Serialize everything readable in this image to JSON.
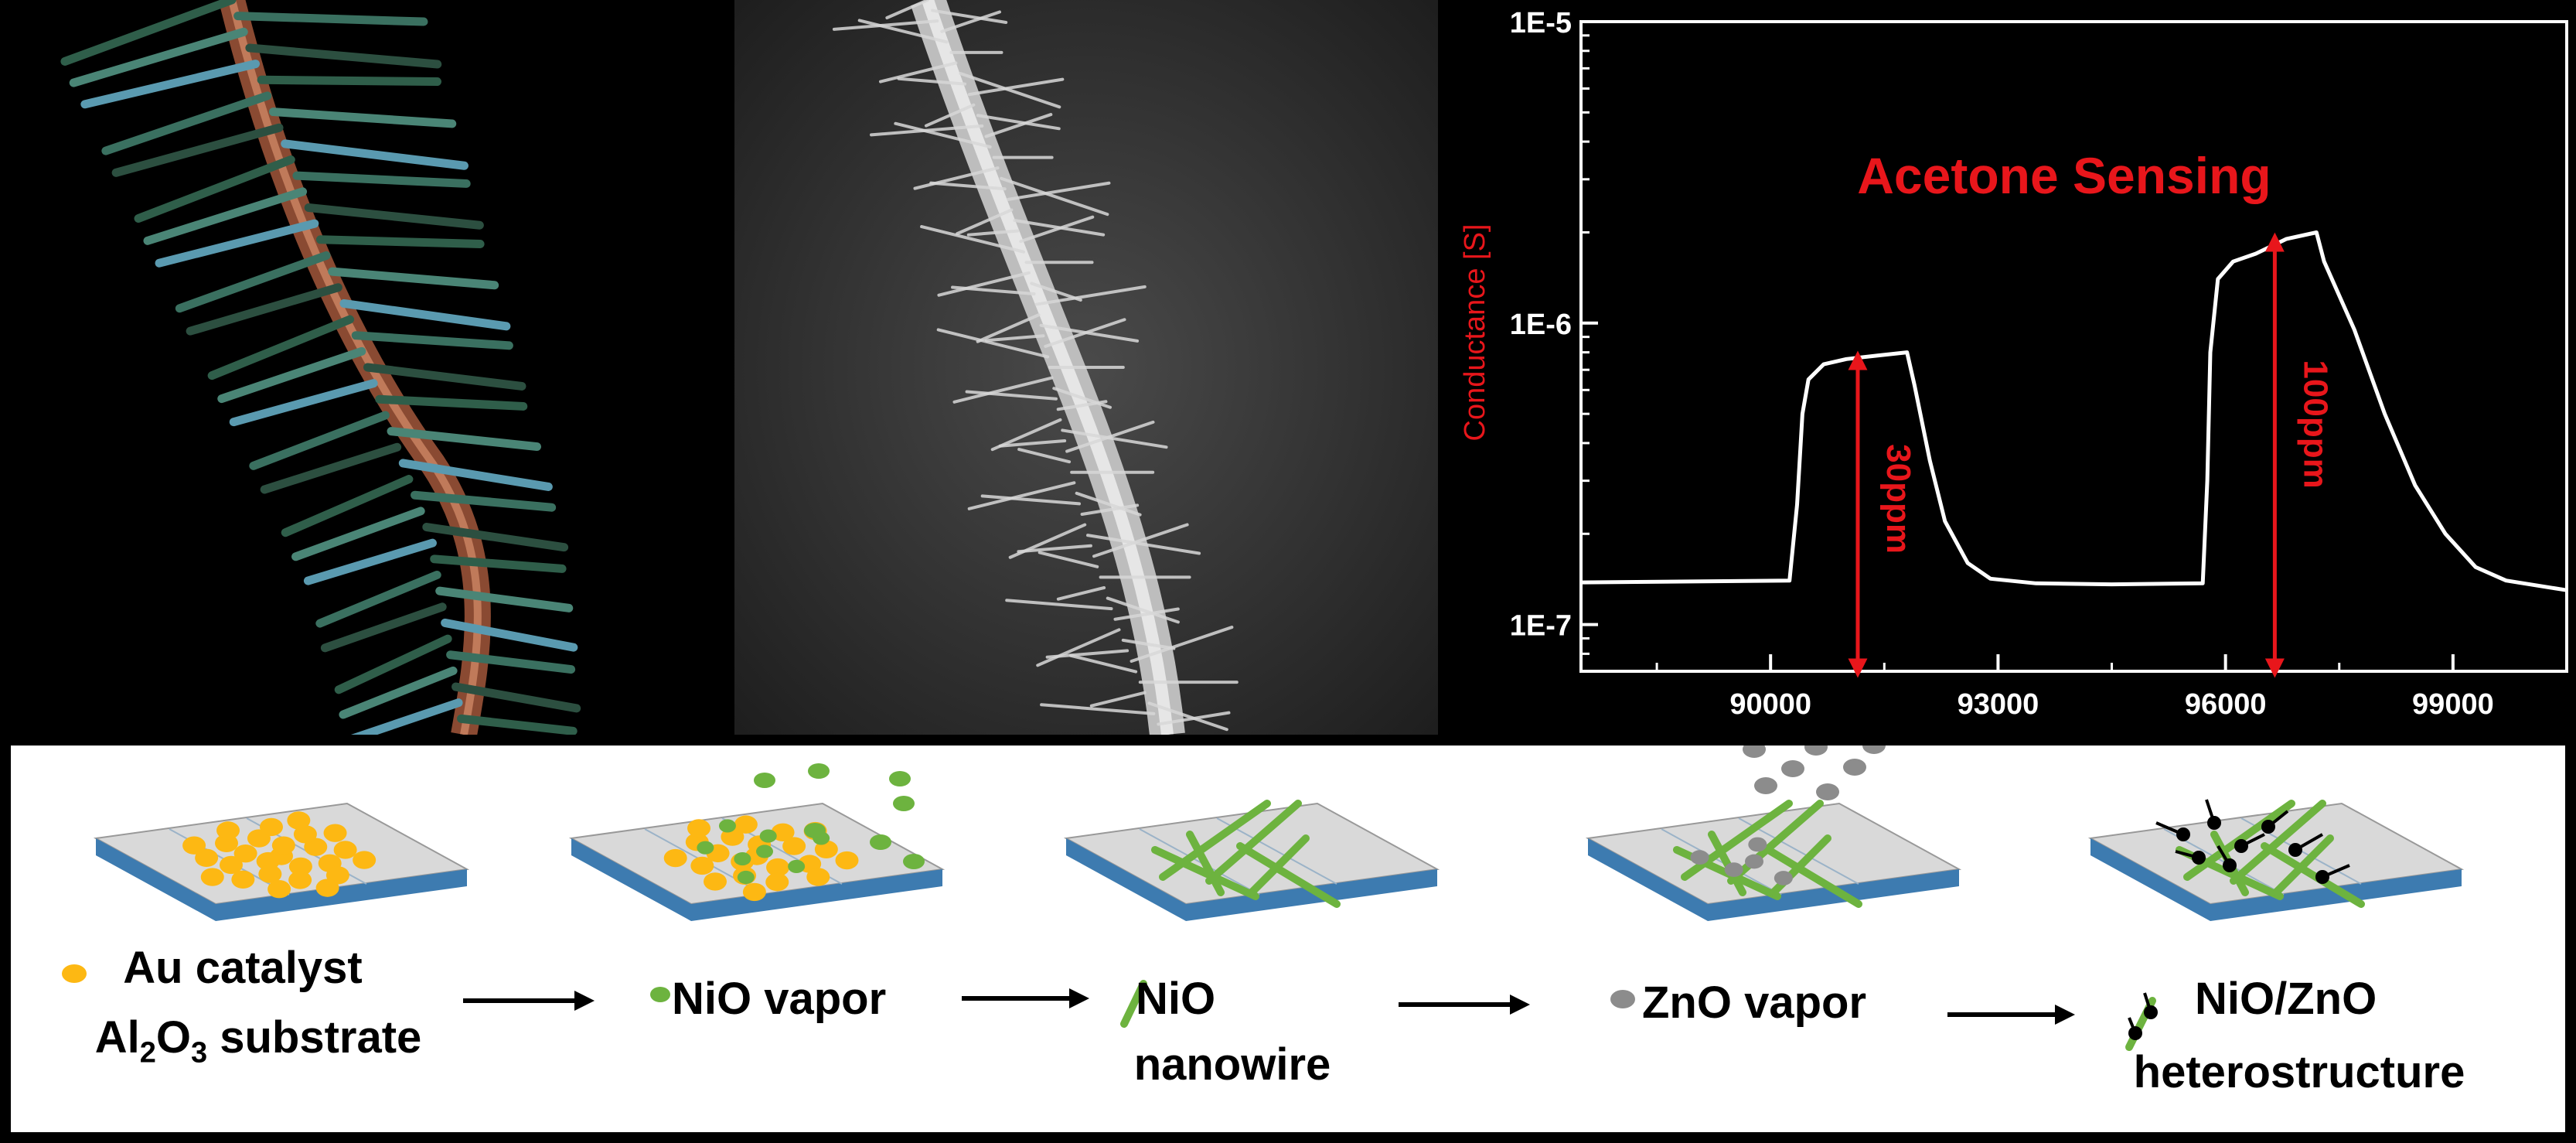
{
  "chart_data": {
    "type": "line",
    "title": "Acetone Sensing",
    "xlabel": "",
    "ylabel": "Conductance [S]",
    "y_scale": "log",
    "xlim": [
      87500,
      100500
    ],
    "ylim": [
      7e-08,
      1e-05
    ],
    "x_ticks": [
      90000,
      93000,
      96000,
      99000
    ],
    "x_tick_labels": [
      "90000",
      "93000",
      "96000",
      "99000"
    ],
    "y_ticks": [
      1e-07,
      1e-06,
      1e-05
    ],
    "y_tick_labels": [
      "1E-7",
      "1E-6",
      "1E-5"
    ],
    "grid": false,
    "series": [
      {
        "x": [
          87500,
          90250,
          90350,
          90420,
          90500,
          90700,
          91000,
          91400,
          91800,
          91900,
          92100,
          92300,
          92600,
          92900,
          93500,
          94500,
          95700,
          95760,
          95800,
          95900,
          96100,
          96400,
          96800,
          97200,
          97300,
          97700,
          98100,
          98500,
          98900,
          99300,
          99700,
          100500
        ],
        "y": [
          1.38e-07,
          1.4e-07,
          2.5e-07,
          5e-07,
          6.5e-07,
          7.3e-07,
          7.6e-07,
          7.8e-07,
          8e-07,
          6.2e-07,
          3.5e-07,
          2.2e-07,
          1.6e-07,
          1.42e-07,
          1.37e-07,
          1.36e-07,
          1.37e-07,
          3e-07,
          8e-07,
          1.4e-06,
          1.6e-06,
          1.7e-06,
          1.9e-06,
          2e-06,
          1.6e-06,
          9.5e-07,
          5e-07,
          2.9e-07,
          2e-07,
          1.55e-07,
          1.4e-07,
          1.3e-07
        ]
      }
    ],
    "annotations": [
      {
        "text": "30ppm",
        "x": 91150,
        "y_from": 7e-08,
        "y_to": 7.7e-07
      },
      {
        "text": "100ppm",
        "x": 96650,
        "y_from": 7e-08,
        "y_to": 1.9e-06
      }
    ],
    "colors": {
      "line": "#ffffff",
      "annotation": "#e8161b",
      "axes": "#ffffff",
      "background": "#000000"
    }
  },
  "schematic": {
    "labels": {
      "au_catalyst": "Au catalyst",
      "substrate_pre": "Al",
      "substrate_sub1": "2",
      "substrate_mid": "O",
      "substrate_sub2": "3",
      "substrate_post": " substrate",
      "nio_vapor": "NiO vapor",
      "nio": "NiO",
      "nanowire": "nanowire",
      "zno_vapor": "ZnO vapor",
      "heterostructure_1": "NiO/ZnO",
      "heterostructure_2": "heterostructure"
    },
    "colors": {
      "gold": "#fdb813",
      "green": "#6db33f",
      "gray": "#8c8c8c",
      "substrate_top": "#d9d9d9",
      "substrate_side": "#3d7bb0",
      "black": "#000000"
    }
  }
}
